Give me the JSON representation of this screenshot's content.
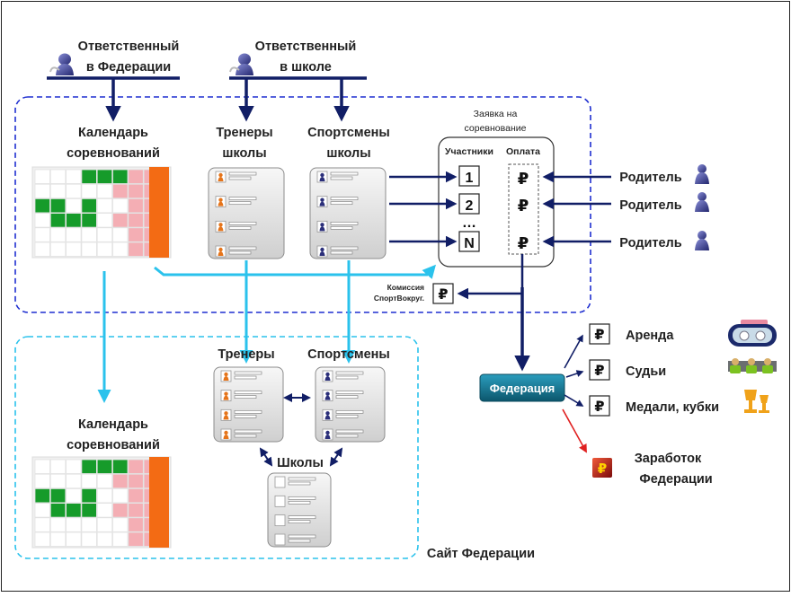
{
  "top_actors": {
    "federation_lines": [
      "Ответственный",
      "в Федерации"
    ],
    "school_lines": [
      "Ответственный",
      "в школе"
    ]
  },
  "upper": {
    "calendar_lines": [
      "Календарь",
      "соревнований"
    ],
    "trainers_lines": [
      "Тренеры",
      "школы"
    ],
    "athletes_lines": [
      "Спортсмены",
      "школы"
    ],
    "application": {
      "title_lines": [
        "Заявка на",
        "соревнование"
      ],
      "participants_header": "Участники",
      "payment_header": "Оплата",
      "numbers": [
        "1",
        "2",
        "N"
      ],
      "ellipsis": "…",
      "ruble": "₽"
    },
    "parent_label": "Родитель",
    "commission_lines": [
      "Комиссия",
      "СпортВокруг."
    ]
  },
  "federation_button": "Федерация",
  "expenses": [
    "Аренда",
    "Судьи",
    "Медали, кубки"
  ],
  "earnings_lines": [
    "Заработок",
    "Федерации"
  ],
  "site": {
    "label": "Сайт Федерации",
    "calendar_lines": [
      "Календарь",
      "соревнований"
    ],
    "trainers_label": "Тренеры",
    "athletes_label": "Спортсмены",
    "schools_label": "Школы"
  },
  "colors": {
    "navy": "#111e66",
    "dashed_blue": "#1f2fd0",
    "dashed_cyan": "#2ac2ec",
    "cyan_arrow": "#2ac2ec",
    "green_cell": "#169b2a",
    "pink_cell": "#f4aeb4",
    "orange_bar": "#f36b14",
    "button_teal": "#137a96",
    "red_arrow": "#e02020"
  }
}
